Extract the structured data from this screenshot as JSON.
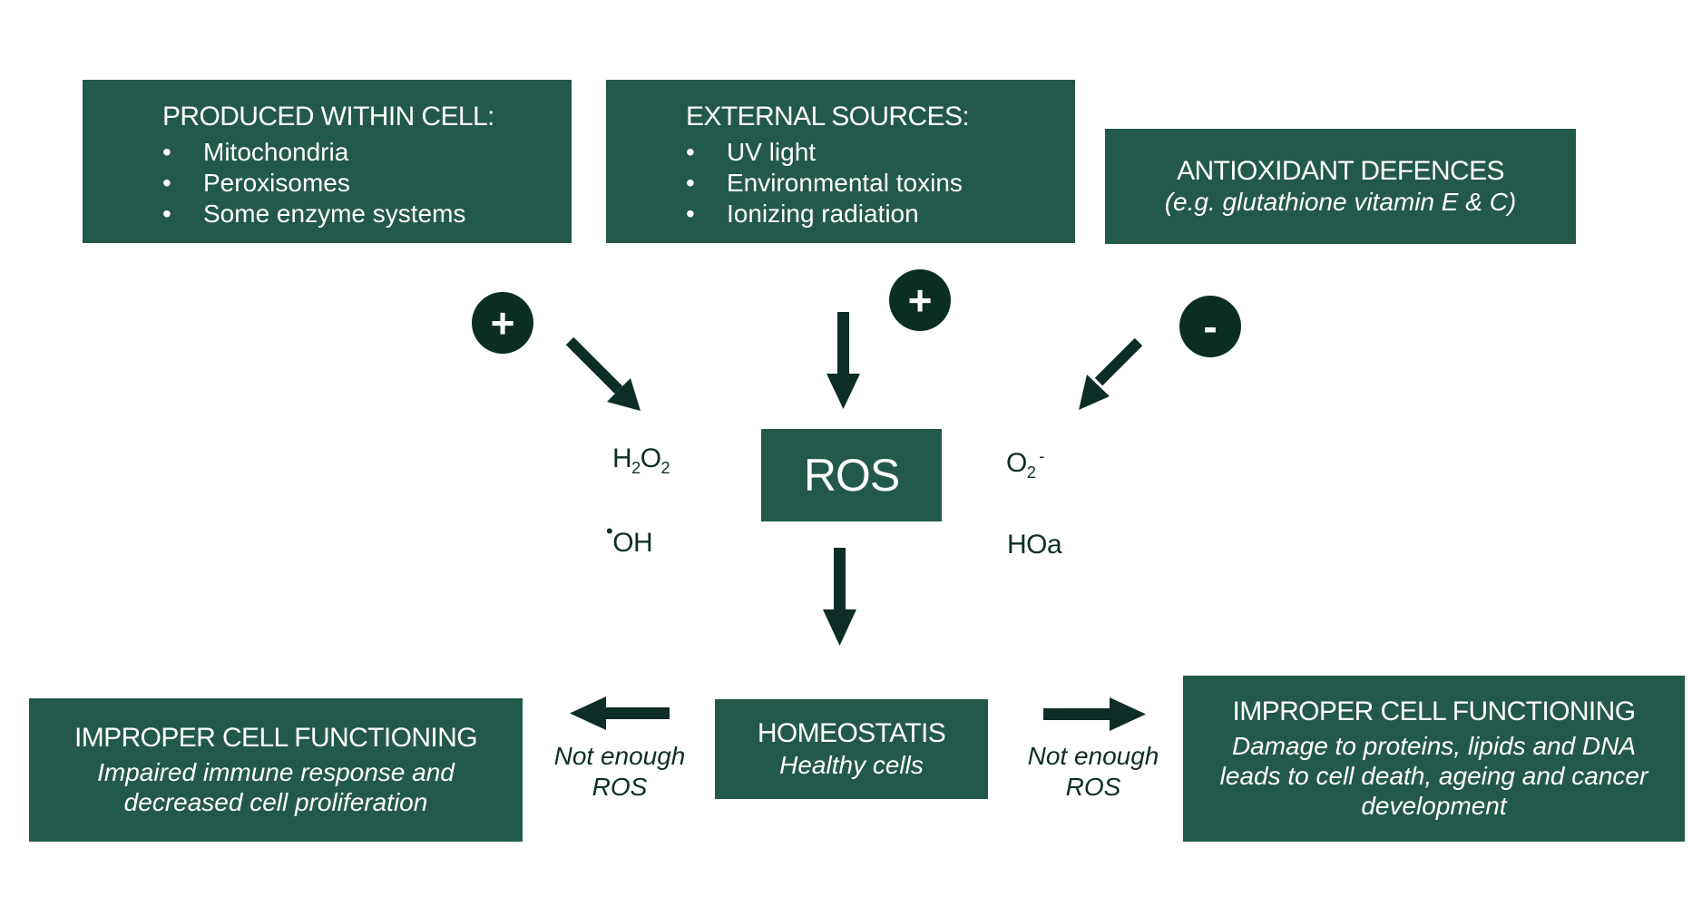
{
  "boxes": {
    "within_cell": {
      "title": "PRODUCED WITHIN CELL:",
      "items": [
        "Mitochondria",
        "Peroxisomes",
        "Some enzyme systems"
      ]
    },
    "external": {
      "title": "EXTERNAL SOURCES:",
      "items": [
        "UV light",
        "Environmental toxins",
        "Ionizing radiation"
      ]
    },
    "antioxidant": {
      "title": "ANTIOXIDANT DEFENCES",
      "subtitle": "(e.g. glutathione vitamin E & C)"
    },
    "ros": {
      "title": "ROS"
    },
    "homeostasis": {
      "title": "HOMEOSTATIS",
      "subtitle": "Healthy cells"
    },
    "improper_left": {
      "title": "IMPROPER CELL FUNCTIONING",
      "subtitle": "Impaired immune response and decreased cell proliferation"
    },
    "improper_right": {
      "title": "IMPROPER CELL FUNCTIONING",
      "subtitle": "Damage to proteins, lipids and DNA leads to cell death, ageing and cancer development"
    }
  },
  "bullet": "•",
  "signs": {
    "plus_left": "+",
    "plus_middle": "+",
    "minus_right": "-"
  },
  "formulas": {
    "h2o2": {
      "a": "H",
      "sub1": "2",
      "b": "O",
      "sub2": "2"
    },
    "oh": {
      "dot": "•",
      "text": "OH"
    },
    "o2": {
      "a": "O",
      "sub": "2",
      "sup": "-"
    },
    "hoa": {
      "text": "HOa"
    }
  },
  "notes": {
    "left": [
      "Not enough",
      "ROS"
    ],
    "right": [
      "Not enough",
      "ROS"
    ]
  },
  "colors": {
    "box": "#23594a",
    "arrow": "#0d2e26",
    "circle": "#0b2e24"
  }
}
